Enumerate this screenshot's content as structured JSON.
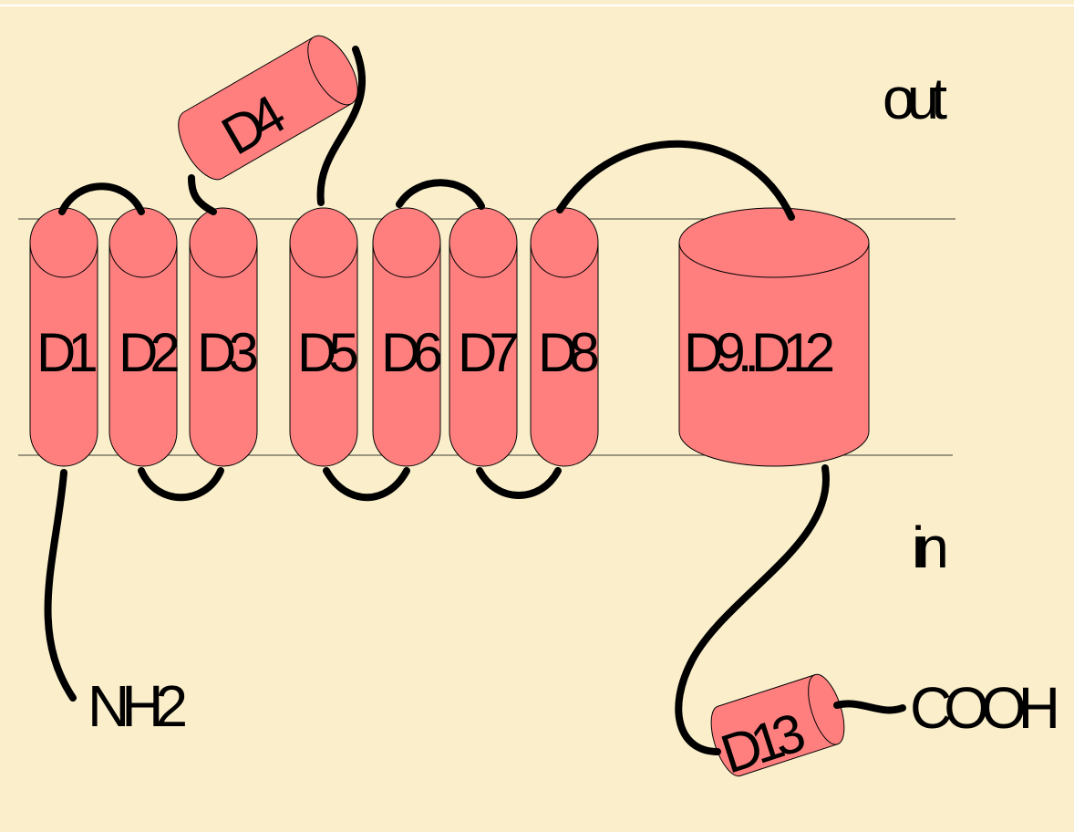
{
  "diagram": {
    "helices": [
      "D1",
      "D2",
      "D3",
      "D4",
      "D5",
      "D6",
      "D7",
      "D8",
      "D9..D12",
      "D13"
    ],
    "regions": {
      "outside": "out",
      "inside": "in"
    },
    "termini": {
      "n_terminus": "NH2",
      "c_terminus": "COOH"
    }
  },
  "colors": {
    "background": "#faeecb",
    "helix_fill": "#ff7f7f",
    "outline": "#000000"
  }
}
